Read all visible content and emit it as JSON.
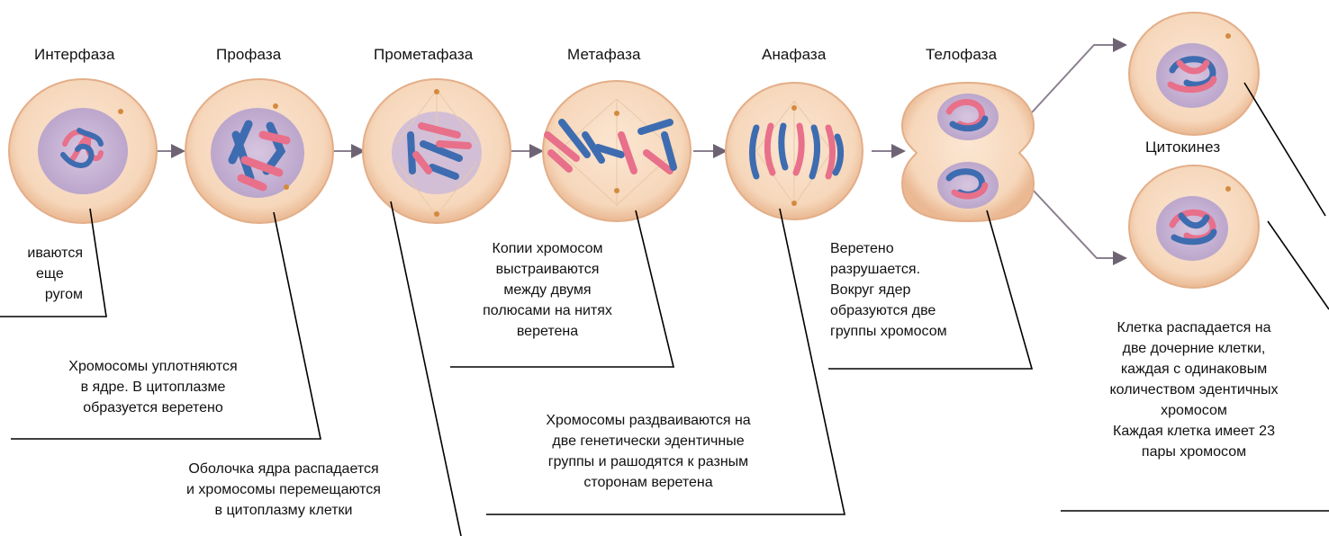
{
  "phases": [
    {
      "id": "interphase",
      "label": "Интерфаза"
    },
    {
      "id": "prophase",
      "label": "Профаза"
    },
    {
      "id": "prometaphase",
      "label": "Прометафаза"
    },
    {
      "id": "metaphase",
      "label": "Метафаза"
    },
    {
      "id": "anaphase",
      "label": "Анафаза"
    },
    {
      "id": "telophase",
      "label": "Телофаза"
    },
    {
      "id": "cytokinesis",
      "label": "Цитокинез"
    }
  ],
  "annotations": {
    "interphase": [
      "иваются",
      "еще",
      "ругом"
    ],
    "prophase": [
      "Хромосомы уплотняются",
      "в ядре. В цитоплазме",
      "образуется веретено"
    ],
    "prometaphase": [
      "Оболочка ядра распадается",
      "и хромосомы перемещаются",
      "в цитоплазму клетки"
    ],
    "metaphase": [
      "Копии хромосом",
      "выстраиваются",
      "между двумя",
      "полюсами на нитях",
      "веретена"
    ],
    "anaphase": [
      "Хромосомы раздваиваются на",
      "две генетически эдентичные",
      "группы и рашодятся к разным",
      "сторонам веретена"
    ],
    "telophase": [
      "Веретено",
      "разрушается.",
      "Вокруг ядер",
      "образуются две",
      "группы хромосом"
    ],
    "cytokinesis": [
      "Клетка распадается на",
      "две дочерние клетки,",
      "каждая с одинаковым",
      "количеством эдентичных",
      "хромосом",
      "Каждая клетка имеет 23",
      "пары хромосом"
    ]
  },
  "colors": {
    "cell_fill": "#f7dcc2",
    "cell_edge": "#e8b48e",
    "nucleus": "#c9b4d6",
    "chrom_blue": "#3e6cb0",
    "chrom_red": "#e8708a",
    "arrow": "#8a7f90",
    "line": "#000000"
  }
}
